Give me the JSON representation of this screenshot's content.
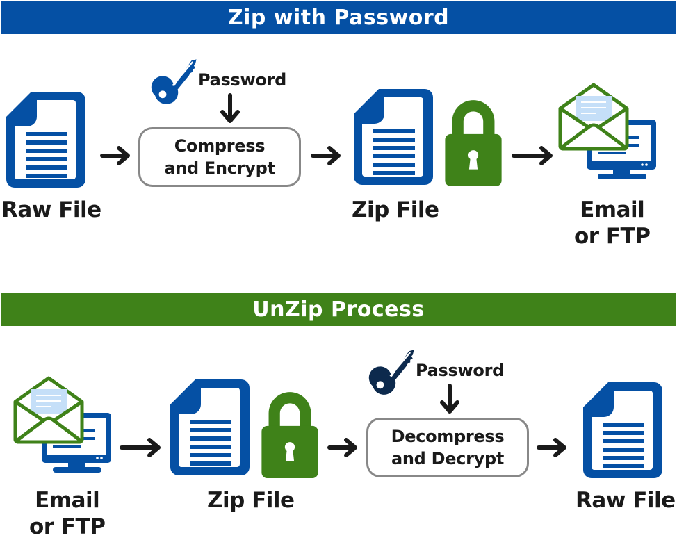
{
  "colors": {
    "blue": "#0550a4",
    "green": "#3f8219",
    "dark_key": "#0d2a4d",
    "envelope_paper": "#c5dff8",
    "box_border": "#888888",
    "text": "#1a1a1a"
  },
  "zip_section": {
    "title": "Zip with Password",
    "steps": [
      {
        "icon": "document-icon",
        "label": "Raw File"
      },
      {
        "icon": "key-icon",
        "password_label": "Password",
        "process_line1": "Compress",
        "process_line2": "and Encrypt"
      },
      {
        "icon": "zip-document-icon",
        "label": "Zip File",
        "lock": "padlock-icon"
      },
      {
        "icon": "email-computer-icon",
        "label_line1": "Email",
        "label_line2": "or FTP"
      }
    ]
  },
  "unzip_section": {
    "title": "UnZip Process",
    "steps": [
      {
        "icon": "email-computer-icon",
        "label_line1": "Email",
        "label_line2": "or FTP"
      },
      {
        "icon": "zip-document-icon",
        "label": "Zip File",
        "lock": "padlock-icon"
      },
      {
        "icon": "key-icon",
        "password_label": "Password",
        "process_line1": "Decompress",
        "process_line2": "and Decrypt"
      },
      {
        "icon": "document-icon",
        "label": "Raw File"
      }
    ]
  }
}
